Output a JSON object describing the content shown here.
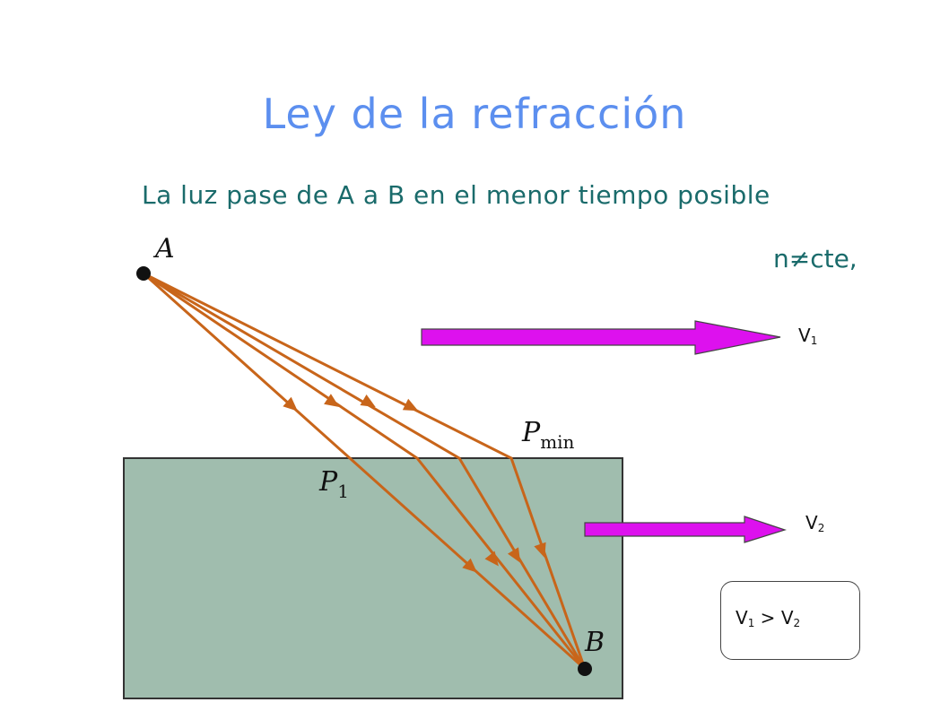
{
  "title": "Ley de la refracción",
  "subtitle": "La luz pase de A a B en el menor tiempo posible",
  "n_label": "n≠cte,",
  "velocity_labels": {
    "v1_main": "V",
    "v1_sub": "1",
    "v2_main": "V",
    "v2_sub": "2"
  },
  "comparison": {
    "left": "V",
    "left_sub": "1",
    "op": " > ",
    "right": "V",
    "right_sub": "2"
  },
  "diagram": {
    "point_a": "A",
    "point_b": "B",
    "p1_main": "P",
    "p1_sub": "1",
    "pmin_main": "P",
    "pmin_sub": "min",
    "colors": {
      "medium": "#a0bdae",
      "ray": "#c8651a",
      "arrow_fill": "#dd11ee",
      "title": "#5c8fef",
      "subtitle": "#1a6b6b"
    }
  }
}
